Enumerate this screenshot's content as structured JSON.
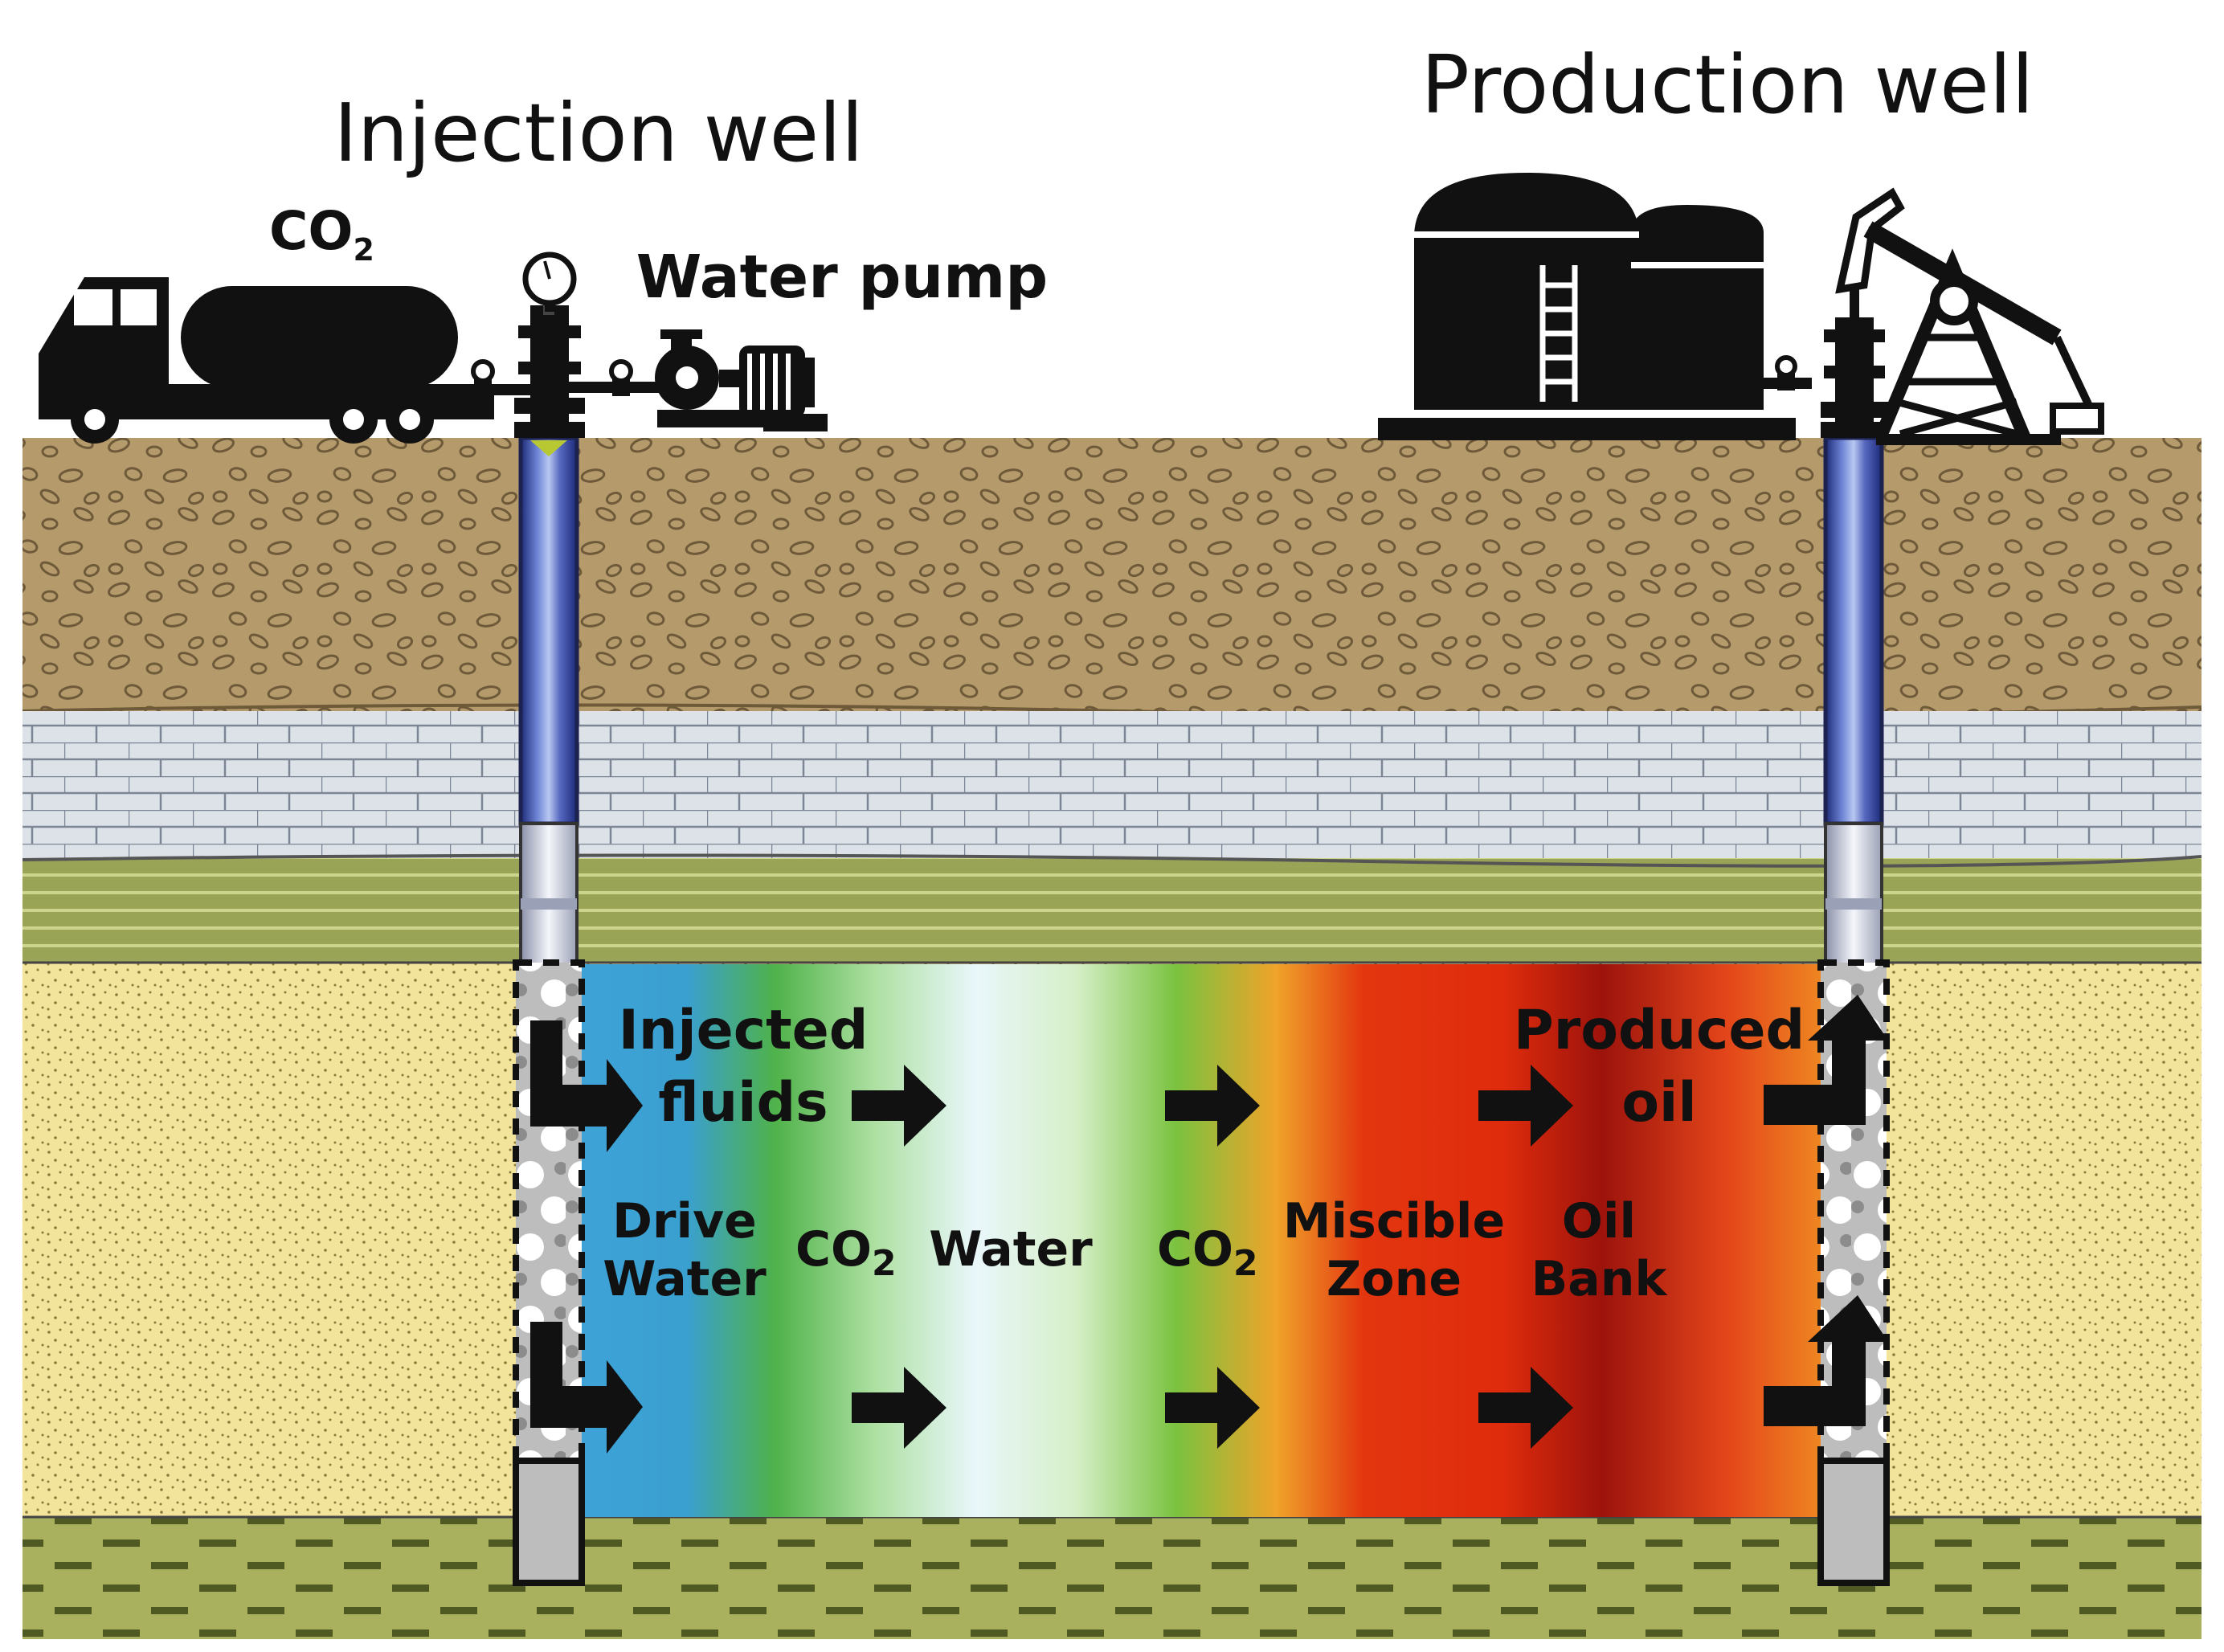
{
  "titles": {
    "injection_well": "Injection well",
    "production_well": "Production well"
  },
  "surface_labels": {
    "co2_base": "CO",
    "co2_sub": "2",
    "water_pump": "Water pump"
  },
  "flow_labels": {
    "injected_line1": "Injected",
    "injected_line2": "fluids",
    "produced_line1": "Produced",
    "produced_line2": "oil"
  },
  "zones": {
    "drive_water_line1": "Drive",
    "drive_water_line2": "Water",
    "co2_a_base": "CO",
    "co2_a_sub": "2",
    "water": "Water",
    "co2_b_base": "CO",
    "co2_b_sub": "2",
    "miscible_line1": "Miscible",
    "miscible_line2": "Zone",
    "oil_bank_line1": "Oil",
    "oil_bank_line2": "Bank"
  },
  "colors": {
    "topsoil": "#b59a6c",
    "limestone": "#dde2e8",
    "shale": "#9aa456",
    "sandstone": "#f3e49c",
    "basement": "#a9b15f",
    "drive_water": "#3f9fd3",
    "co2_zone": "#4fb04a",
    "water_zone": "#e6f6fb",
    "miscible_zone": "#e23a0e",
    "oil_bank": "#9e140d",
    "well_tubing": "#4e5fb0"
  },
  "icons": [
    "tanker-truck-icon",
    "pressure-gauge-icon",
    "wellhead-valve-icon",
    "water-pump-icon",
    "storage-tank-icon",
    "pumpjack-icon",
    "flow-arrow-icon"
  ]
}
